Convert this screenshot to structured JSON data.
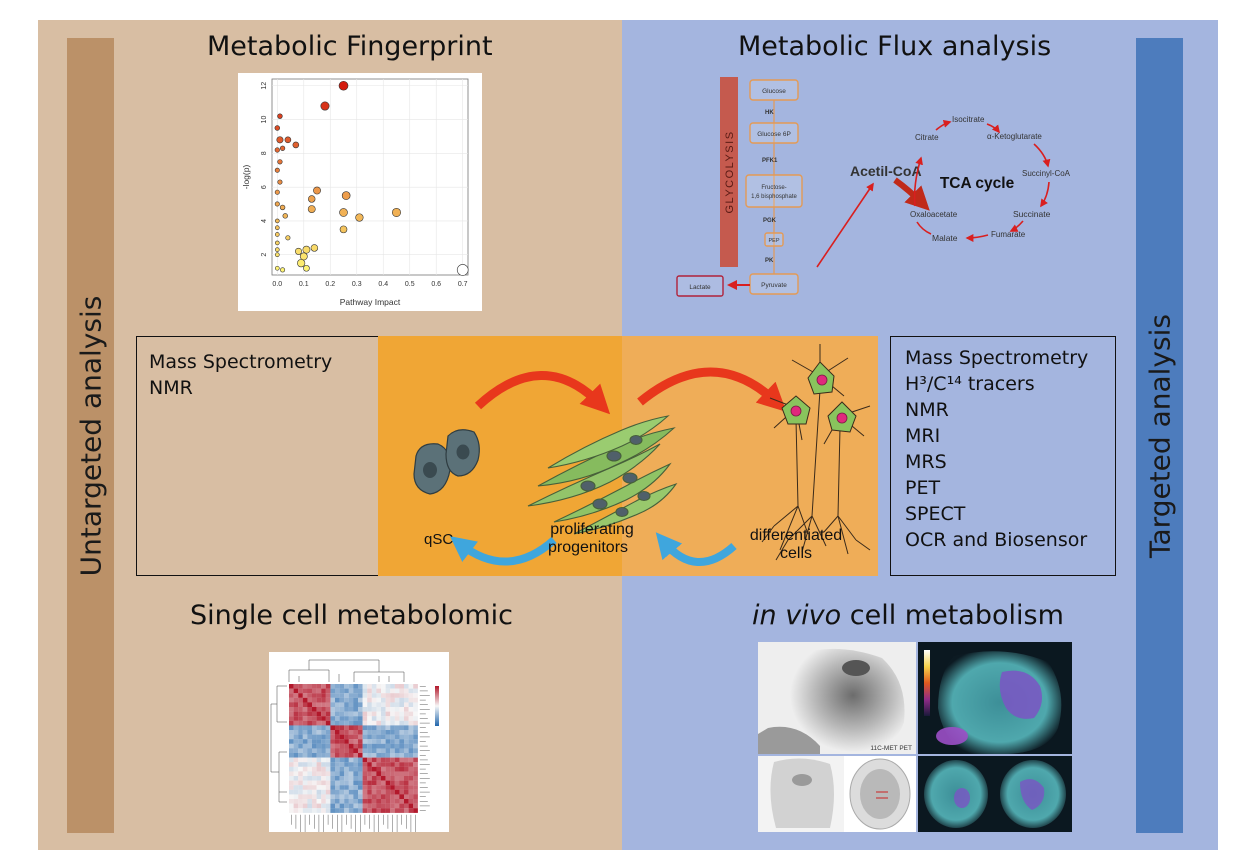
{
  "labels": {
    "untargeted": "Untargeted analysis",
    "targeted": "Targeted analysis"
  },
  "headings": {
    "fingerprint": "Metabolic Fingerprint",
    "flux": "Metabolic Flux analysis",
    "single_cell": "Single cell metabolomic",
    "in_vivo_italic": "in vivo",
    "in_vivo_rest": " cell metabolism"
  },
  "untargeted_methods": [
    "Mass Spectrometry",
    "NMR"
  ],
  "targeted_methods": [
    "Mass Spectrometry",
    "H³/C¹⁴ tracers",
    "NMR",
    "MRI",
    "MRS",
    "PET",
    "SPECT",
    "OCR and Biosensor"
  ],
  "cells": {
    "qsc": "qSC",
    "progenitors_line1": "proliferating",
    "progenitors_line2": "progenitors",
    "differentiated_line1": "differentiated",
    "differentiated_line2": "cells"
  },
  "glycolysis": {
    "title": "GLYCOLYSIS",
    "steps": [
      "Glucose",
      "Glucose 6P",
      "Fructose-\n1,6 bisphosphate",
      "PEP",
      "Pyruvate"
    ],
    "enzymes": [
      "HK",
      "PFK1",
      "PGK",
      "PK"
    ],
    "lactate": "Lactate"
  },
  "tca": {
    "title": "TCA cycle",
    "acetyl": "Acetil-CoA",
    "metabolites": [
      "Citrate",
      "Isocitrate",
      "α-Ketoglutarate",
      "Succinyl-CoA",
      "Succinate",
      "Fumarate",
      "Malate",
      "Oxaloacetate"
    ]
  },
  "chart_data": {
    "type": "scatter",
    "xlabel": "Pathway Impact",
    "ylabel": "-log(p)",
    "x_ticks": [
      "0.0",
      "0.1",
      "0.2",
      "0.3",
      "0.4",
      "0.5",
      "0.6",
      "0.7"
    ],
    "y_ticks": [
      "2",
      "4",
      "6",
      "8",
      "10",
      "12"
    ],
    "xlim": [
      -0.02,
      0.72
    ],
    "ylim": [
      0.8,
      12.4
    ],
    "points": [
      {
        "x": 0.25,
        "y": 12.0,
        "r": 4.5
      },
      {
        "x": 0.18,
        "y": 10.8,
        "r": 4.2
      },
      {
        "x": 0.01,
        "y": 10.2,
        "r": 2.4
      },
      {
        "x": 0.0,
        "y": 9.5,
        "r": 2.4
      },
      {
        "x": 0.01,
        "y": 8.8,
        "r": 3.2
      },
      {
        "x": 0.04,
        "y": 8.8,
        "r": 3.0
      },
      {
        "x": 0.07,
        "y": 8.5,
        "r": 3.0
      },
      {
        "x": 0.0,
        "y": 8.2,
        "r": 2.3
      },
      {
        "x": 0.02,
        "y": 8.3,
        "r": 2.3
      },
      {
        "x": 0.01,
        "y": 7.5,
        "r": 2.3
      },
      {
        "x": 0.0,
        "y": 7.0,
        "r": 2.2
      },
      {
        "x": 0.01,
        "y": 6.3,
        "r": 2.2
      },
      {
        "x": 0.0,
        "y": 5.7,
        "r": 2.2
      },
      {
        "x": 0.15,
        "y": 5.8,
        "r": 3.6
      },
      {
        "x": 0.26,
        "y": 5.5,
        "r": 4.0
      },
      {
        "x": 0.13,
        "y": 5.3,
        "r": 3.4
      },
      {
        "x": 0.0,
        "y": 5.0,
        "r": 2.2
      },
      {
        "x": 0.02,
        "y": 4.8,
        "r": 2.4
      },
      {
        "x": 0.13,
        "y": 4.7,
        "r": 3.6
      },
      {
        "x": 0.25,
        "y": 4.5,
        "r": 4.0
      },
      {
        "x": 0.45,
        "y": 4.5,
        "r": 4.2
      },
      {
        "x": 0.03,
        "y": 4.3,
        "r": 2.4
      },
      {
        "x": 0.31,
        "y": 4.2,
        "r": 3.8
      },
      {
        "x": 0.0,
        "y": 4.0,
        "r": 2.0
      },
      {
        "x": 0.0,
        "y": 3.6,
        "r": 2.0
      },
      {
        "x": 0.25,
        "y": 3.5,
        "r": 3.5
      },
      {
        "x": 0.0,
        "y": 3.2,
        "r": 2.0
      },
      {
        "x": 0.04,
        "y": 3.0,
        "r": 2.2
      },
      {
        "x": 0.0,
        "y": 2.7,
        "r": 2.0
      },
      {
        "x": 0.14,
        "y": 2.4,
        "r": 3.4
      },
      {
        "x": 0.11,
        "y": 2.3,
        "r": 3.6
      },
      {
        "x": 0.0,
        "y": 2.3,
        "r": 2.0
      },
      {
        "x": 0.08,
        "y": 2.2,
        "r": 3.2
      },
      {
        "x": 0.0,
        "y": 2.0,
        "r": 2.0
      },
      {
        "x": 0.1,
        "y": 1.9,
        "r": 3.6
      },
      {
        "x": 0.09,
        "y": 1.5,
        "r": 3.8
      },
      {
        "x": 0.11,
        "y": 1.2,
        "r": 3.0
      },
      {
        "x": 0.0,
        "y": 1.2,
        "r": 2.0
      },
      {
        "x": 0.02,
        "y": 1.1,
        "r": 2.2
      },
      {
        "x": 0.7,
        "y": 1.1,
        "r": 5.5
      }
    ]
  },
  "scan_labels": {
    "met_pet": "11C-MET PET"
  },
  "colors": {
    "left_panel": "#d8bea3",
    "right_panel": "#a4b5df",
    "untargeted_bar": "#bb9168",
    "targeted_bar": "#4d7cbd",
    "central_orange": "#f0a635",
    "red_arrow": "#e8371c",
    "blue_arrow": "#3fa6dd",
    "cell_gray": "#5b7178",
    "neuron_green": "#89c45d",
    "nucleus_pink": "#e0297d"
  }
}
